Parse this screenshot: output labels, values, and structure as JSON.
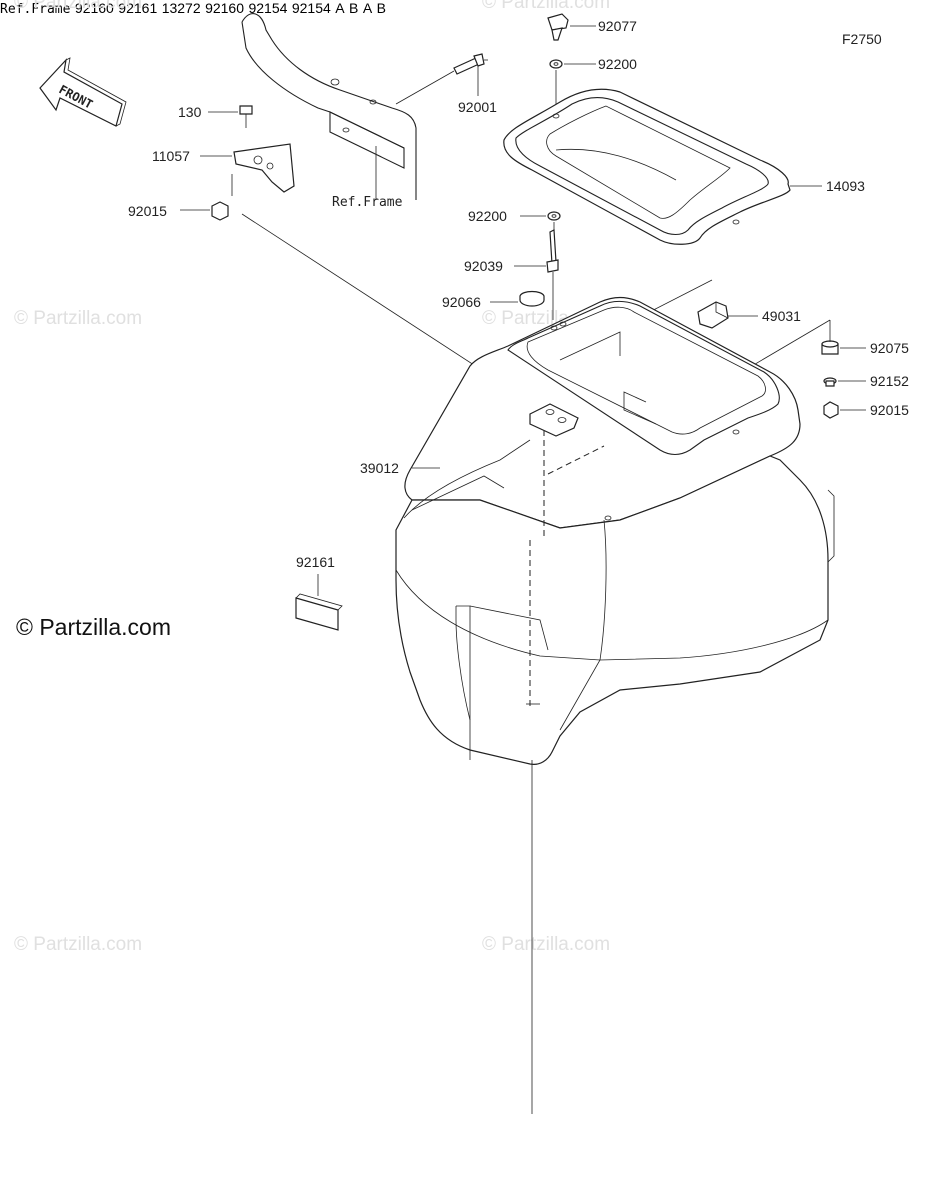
{
  "diagram": {
    "code": "F2750",
    "front_label": "FRONT",
    "brand": "© Partzilla.com",
    "watermark": "© Partzilla.com",
    "ref_labels": [
      "Ref.Frame",
      "Ref.Frame"
    ],
    "callouts": [
      "A",
      "B",
      "A",
      "B"
    ],
    "parts": [
      "92077",
      "92200",
      "92001",
      "130",
      "11057",
      "92015",
      "14093",
      "92200",
      "92039",
      "92066",
      "49031",
      "92075",
      "92152",
      "92015",
      "39012",
      "92161",
      "92160",
      "92161",
      "13272",
      "92160",
      "92154",
      "92154"
    ]
  }
}
